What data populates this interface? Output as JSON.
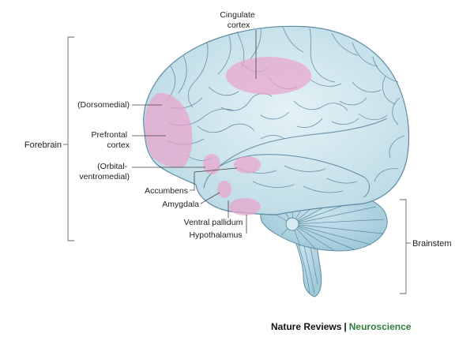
{
  "labels": {
    "cingulate": [
      "Cingulate",
      "cortex"
    ],
    "dorsomedial": "(Dorsomedial)",
    "prefrontal": [
      "Prefrontal",
      "cortex"
    ],
    "orbital": [
      "(Orbital-",
      "ventromedial)"
    ],
    "accumbens": "Accumbens",
    "amygdala": "Amygdala",
    "ventral_pallidum": "Ventral pallidum",
    "hypothalamus": "Hypothalamus"
  },
  "groups": {
    "forebrain": "Forebrain",
    "brainstem": "Brainstem"
  },
  "credit": {
    "publisher": "Nature Reviews",
    "separator": "|",
    "journal": "Neuroscience"
  },
  "colors": {
    "brain_fill": "#cfe6ee",
    "region_highlight": "#e9a3cc",
    "journal_green": "#2e7d3a"
  }
}
